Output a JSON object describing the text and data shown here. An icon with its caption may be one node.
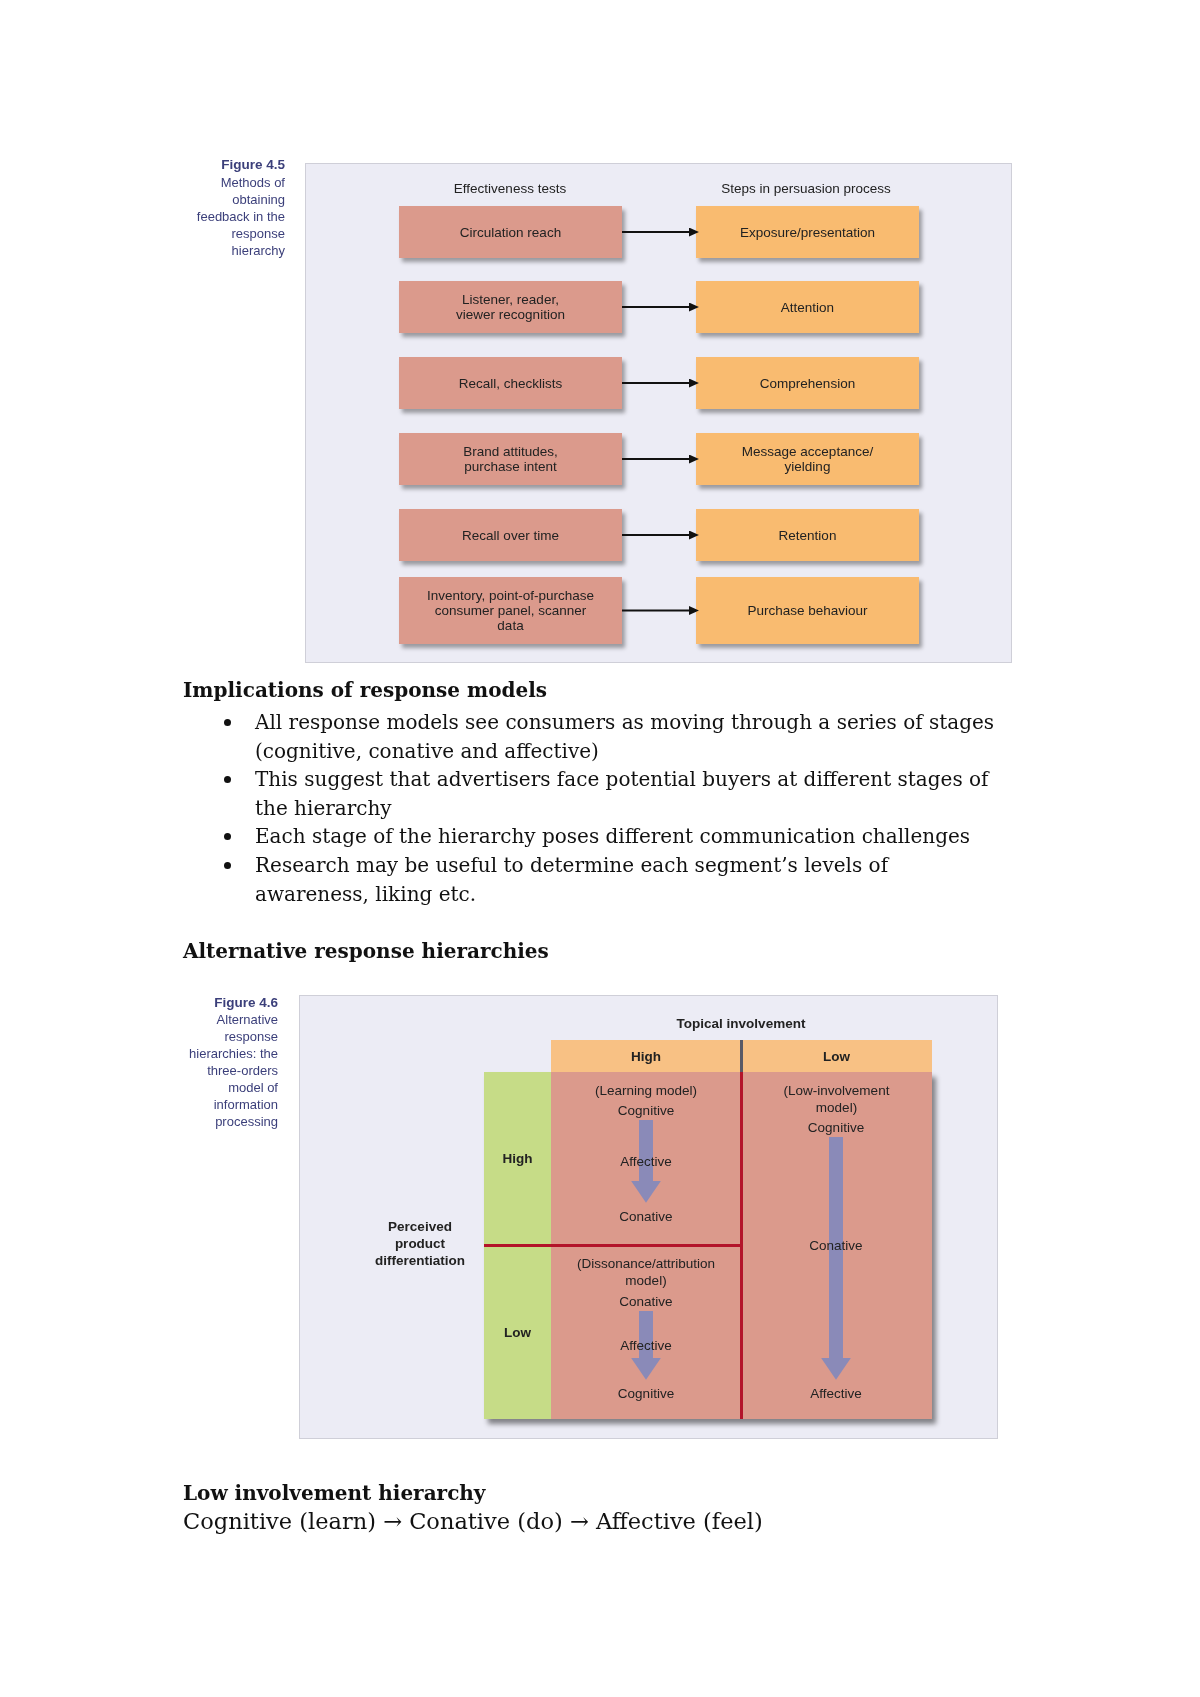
{
  "diagram": {
    "nodes": [
      {
        "text": [
          "Circulation reach"
        ]
      },
      {
        "text": [
          "Listener, reader, viewer recognition"
        ]
      },
      {
        "text": [
          "Recall, checklists"
        ]
      },
      {
        "text": [
          "Brand attitudes, purchase intent"
        ]
      },
      {
        "text": [
          "Recall over time"
        ]
      },
      {
        "text": [
          "Inventory, point-of-purchase consumer panel, scanner data"
        ]
      },
      {
        "text": [
          "Exposure/presentation"
        ]
      },
      {
        "text": [
          "Attention"
        ]
      },
      {
        "text": [
          "Comprehension"
        ]
      },
      {
        "text": [
          "Message acceptance/ yielding"
        ]
      },
      {
        "text": [
          "Retention"
        ]
      },
      {
        "text": [
          "Purchase behaviour"
        ]
      },
      {
        "text": [
          "High"
        ]
      },
      {
        "text": [
          "Low"
        ]
      },
      {
        "text": [
          "High"
        ]
      },
      {
        "text": [
          "(Learning model)"
        ]
      },
      {
        "text": [
          "Cognitive"
        ],
        "in": 15
      },
      {
        "text": [
          "Affective"
        ],
        "in": 15
      },
      {
        "text": [
          "Conative"
        ],
        "in": 15
      },
      {
        "text": [
          "(Low-involvement model)"
        ]
      },
      {
        "text": [
          "Cognitive"
        ],
        "in": 19
      },
      {
        "text": [
          "Conative"
        ],
        "in": 19
      },
      {
        "text": [
          "Affective"
        ],
        "in": 19
      },
      {
        "text": [
          "Low"
        ]
      },
      {
        "text": [
          "(Dissonance/attribution model)"
        ]
      },
      {
        "text": [
          "Conative"
        ],
        "in": 24
      },
      {
        "text": [
          "Affective"
        ],
        "in": 24
      },
      {
        "text": [
          "Cognitive"
        ],
        "in": 24
      }
    ],
    "edges": [
      {
        "from": 0,
        "to": 6,
        "arrow": "to"
      },
      {
        "from": 1,
        "to": 7,
        "arrow": "to"
      },
      {
        "from": 2,
        "to": 8,
        "arrow": "to"
      },
      {
        "from": 3,
        "to": 9,
        "arrow": "to"
      },
      {
        "from": 4,
        "to": 10,
        "arrow": "to"
      },
      {
        "from": 5,
        "to": 11,
        "arrow": "to"
      },
      {
        "from": 16,
        "to": 18,
        "arrow": "to",
        "style": "thick",
        "color": "#8a8ab8"
      },
      {
        "from": 20,
        "to": 22,
        "arrow": "to",
        "style": "thick",
        "color": "#8a8ab8"
      },
      {
        "from": 25,
        "to": 27,
        "arrow": "to",
        "style": "thick",
        "color": "#8a8ab8"
      }
    ],
    "labels": [
      "Figure 4.5",
      "Methods of obtaining feedback in the response hierarchy",
      "Effectiveness tests",
      "Steps in persuasion process",
      "Implications of response models",
      "All response models see consumers as moving through a series of stages (cognitive, conative and affective)",
      "This suggest that advertisers face potential buyers at different stages of the hierarchy",
      "Each stage of the hierarchy poses different communication challenges",
      "Research may be useful to determine each segment’s levels of awareness, liking etc.",
      "Alternative response hierarchies",
      "Figure 4.6",
      "Alternative response hierarchies: the three-orders model of information processing",
      "Topical involvement",
      "Perceived product differentiation",
      "Low involvement hierarchy",
      "Cognitive (learn) → Conative (do) → Affective (feel)"
    ]
  }
}
